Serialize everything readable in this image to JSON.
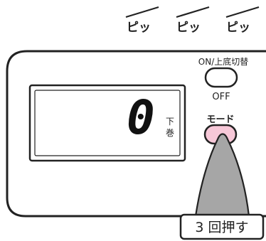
{
  "beeps": [
    "ピッ",
    "ピッ",
    "ピッ"
  ],
  "device": {
    "display": {
      "digit": "0",
      "mode_top": "下",
      "mode_bottom": "巻"
    },
    "power_button": {
      "label_top": "ON/上底切替",
      "label_bottom": "OFF"
    },
    "mode_button": {
      "label": "モード",
      "highlight_color": "#f7c8d8"
    }
  },
  "instruction": "3 回押す"
}
